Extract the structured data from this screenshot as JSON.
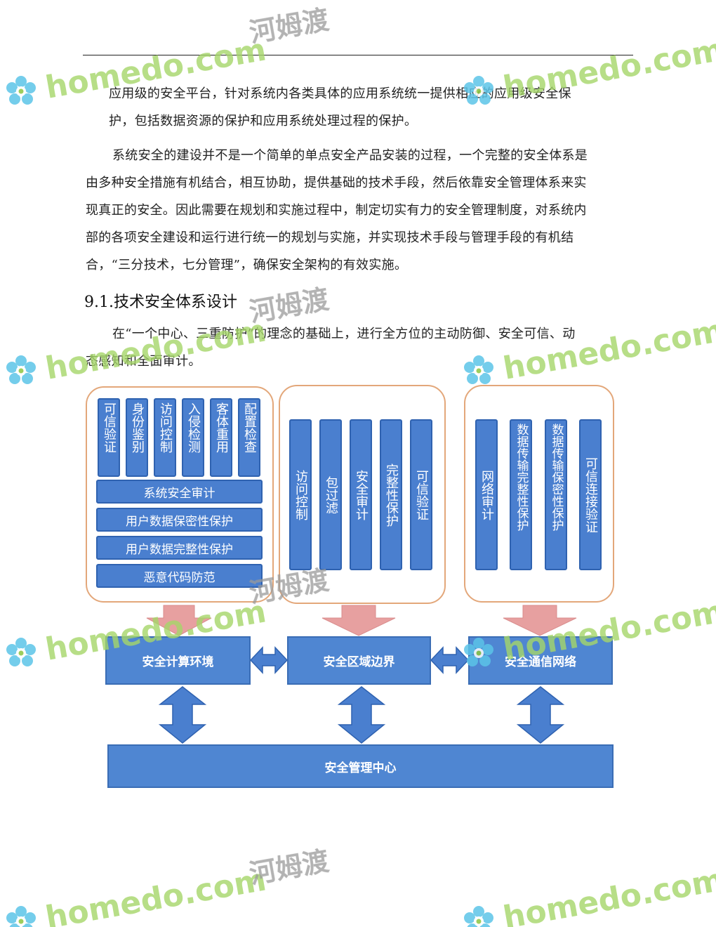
{
  "paragraphs": {
    "p1_line1": "应用级的安全平台，针对系统内各类具体的应用系统统一提供相应的应用级安全保",
    "p1_line2": "护，包括数据资源的保护和应用系统处理过程的保护。",
    "p2": [
      "系统安全的建设并不是一个简单的单点安全产品安装的过程，一个完整的安全体系是",
      "由多种安全措施有机结合，相互协助，提供基础的技术手段，然后依靠安全管理体系来实",
      "现真正的安全。因此需要在规划和实施过程中，制定切实有力的安全管理制度，对系统内",
      "部的各项安全建设和运行进行统一的规划与实施，并实现技术手段与管理手段的有机结",
      "合，“三分技术，七分管理”，确保安全架构的有效实施。"
    ],
    "p3": [
      "在“一个中心、三重防护”的理念的基础上，进行全方位的主动防御、安全可信、动",
      "态感知和全面审计。"
    ]
  },
  "section_heading": "9.1.技术安全体系设计",
  "diagram": {
    "group1": {
      "vertical_items": [
        "可信验证",
        "身份鉴别",
        "访问控制",
        "入侵检测",
        "客体重用",
        "配置检查"
      ],
      "horizontal_items": [
        "系统安全审计",
        "用户数据保密性保护",
        "用户数据完整性保护",
        "恶意代码防范"
      ]
    },
    "group2": {
      "vertical_items": [
        "访问控制",
        "包过滤",
        "安全审计",
        "完整性保护",
        "可信验证"
      ]
    },
    "group3": {
      "vertical_items": [
        "网络审计",
        "数据传输完整性保护",
        "数据传输保密性保护",
        "可信连接验证"
      ]
    },
    "main_boxes": {
      "compute": "安全计算环境",
      "boundary": "安全区域边界",
      "network": "安全通信网络",
      "center": "安全管理中心"
    }
  },
  "watermark": {
    "brand": "homedo.com",
    "chinese": "河姆渡"
  }
}
